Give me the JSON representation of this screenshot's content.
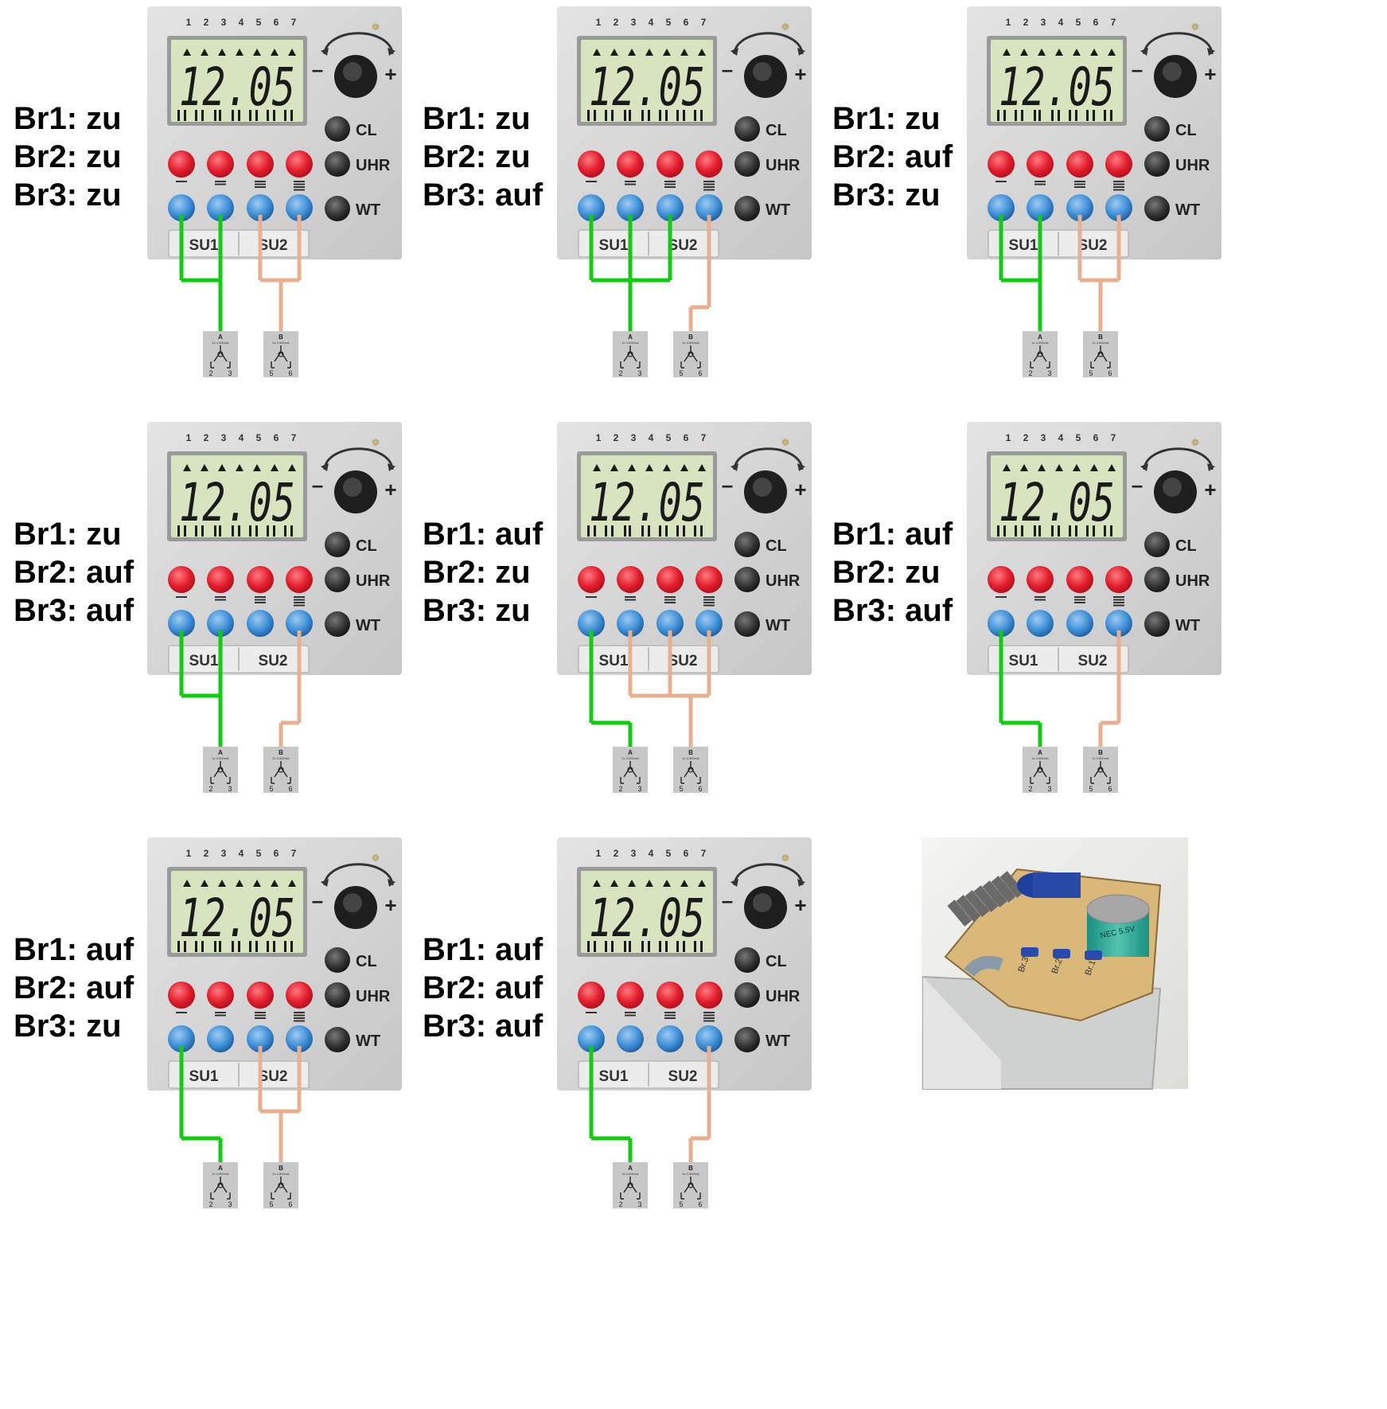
{
  "device": {
    "day_numbers": [
      "1",
      "2",
      "3",
      "4",
      "5",
      "6",
      "7"
    ],
    "time": "12.05",
    "buttons": [
      "CL",
      "UHR",
      "WT"
    ],
    "su_labels": [
      "SU1",
      "SU2"
    ],
    "relay_a": {
      "letter": "A",
      "spec": "1x 4.000mA",
      "pins": [
        "2",
        "3"
      ]
    },
    "relay_b": {
      "letter": "B",
      "spec": "1x 4.500mA",
      "pins": [
        "5",
        "6"
      ]
    }
  },
  "configs": [
    {
      "br1": "Br1: zu",
      "br2": "Br2: zu",
      "br3": "Br3: zu",
      "wiring": "aabb"
    },
    {
      "br1": "Br1: zu",
      "br2": "Br2: zu",
      "br3": "Br3: auf",
      "wiring": "aaab"
    },
    {
      "br1": "Br1: zu",
      "br2": "Br2: auf",
      "br3": "Br3: zu",
      "wiring": "aabb"
    },
    {
      "br1": "Br1: zu",
      "br2": "Br2: auf",
      "br3": "Br3: auf",
      "wiring": "aa-b"
    },
    {
      "br1": "Br1: auf",
      "br2": "Br2: zu",
      "br3": "Br3: zu",
      "wiring": "abbb"
    },
    {
      "br1": "Br1: auf",
      "br2": "Br2: zu",
      "br3": "Br3: auf",
      "wiring": "a--b"
    },
    {
      "br1": "Br1: auf",
      "br2": "Br2: auf",
      "br3": "Br3: zu",
      "wiring": "a-bb"
    },
    {
      "br1": "Br1: auf",
      "br2": "Br2: auf",
      "br3": "Br3: auf",
      "wiring": "a--b"
    }
  ],
  "pcb": {
    "cap_text": "NEC 5.5V",
    "br_labels": [
      "Br.3",
      "Br.2",
      "Br.1"
    ]
  },
  "colors": {
    "wire_a": "#11cc11",
    "wire_b": "#e8b090",
    "button_red": "#e82030",
    "button_blue": "#3d8fd8",
    "button_dark": "#333333",
    "panel": "#d8d8d8",
    "lcd": "#d8e4c0"
  }
}
